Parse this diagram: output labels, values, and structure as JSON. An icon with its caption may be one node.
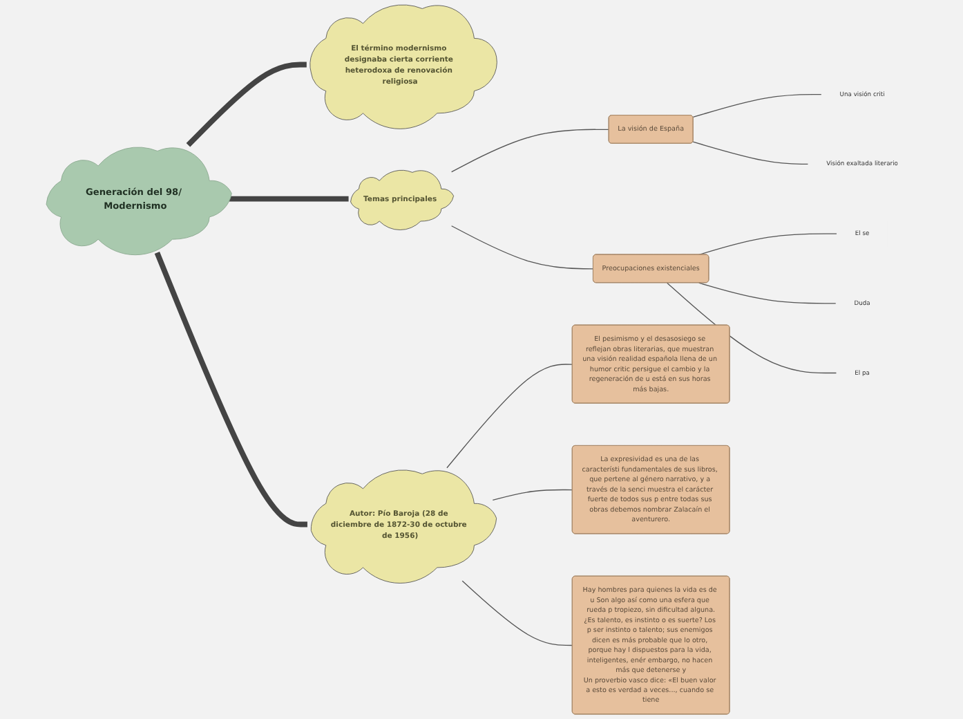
{
  "diagram": {
    "nodes": [
      {
        "text": [
          "Generación del 98/ Modernismo"
        ]
      },
      {
        "text": [
          "El término modernismo designaba cierta corriente heterodoxa de renovación religiosa"
        ]
      },
      {
        "text": [
          "Temas principales"
        ]
      },
      {
        "text": [
          "La visión de España"
        ]
      },
      {
        "text": [
          "Una visión criti"
        ]
      },
      {
        "text": [
          "Visión exaltada literario"
        ]
      },
      {
        "text": [
          "Preocupaciones existenciales"
        ]
      },
      {
        "text": [
          "El se"
        ]
      },
      {
        "text": [
          "Duda"
        ]
      },
      {
        "text": [
          "El pa"
        ]
      },
      {
        "text": [
          "Autor: Pío Baroja (28 de diciembre de 1872-30 de octubre de 1956)"
        ]
      },
      {
        "text": [
          "El pesimismo y el desasosiego se reflejan obras literarias, que muestran una visión realidad española llena de un humor critic persigue el cambio y la regeneración de u está en sus horas más bajas."
        ]
      },
      {
        "text": [
          "La expresividad es una de las característi fundamentales de sus libros, que pertene al género narrativo, y a través de la senci muestra el carácter fuerte de todos sus p entre todas sus obras debemos nombrar Zalacaín el aventurero."
        ]
      },
      {
        "text": [
          "Hay hombres para quienes la vida es de u Son algo así como una esfera que rueda p tropiezo, sin dificultad alguna.",
          "¿Es talento, es instinto o es suerte? Los p ser instinto o talento; sus enemigos dicen es más probable que lo otro, porque hay l dispuestos para la vida, inteligentes, enér embargo, no hacen más que detenerse y",
          "Un proverbio vasco dice: «El buen valor a esto es verdad a veces..., cuando se tiene"
        ]
      }
    ],
    "edges": [
      {
        "from": 0,
        "to": 1,
        "arrow": "none",
        "style": "thick"
      },
      {
        "from": 0,
        "to": 2,
        "arrow": "none",
        "style": "thick"
      },
      {
        "from": 2,
        "to": 3,
        "arrow": "none"
      },
      {
        "from": 3,
        "to": 4,
        "arrow": "none"
      },
      {
        "from": 3,
        "to": 5,
        "arrow": "none"
      },
      {
        "from": 2,
        "to": 6,
        "arrow": "none"
      },
      {
        "from": 6,
        "to": 7,
        "arrow": "none"
      },
      {
        "from": 6,
        "to": 8,
        "arrow": "none"
      },
      {
        "from": 6,
        "to": 9,
        "arrow": "none"
      },
      {
        "from": 0,
        "to": 10,
        "arrow": "none",
        "style": "thick"
      },
      {
        "from": 10,
        "to": 11,
        "arrow": "none"
      },
      {
        "from": 10,
        "to": 12,
        "arrow": "none"
      },
      {
        "from": 10,
        "to": 13,
        "arrow": "none"
      }
    ]
  }
}
